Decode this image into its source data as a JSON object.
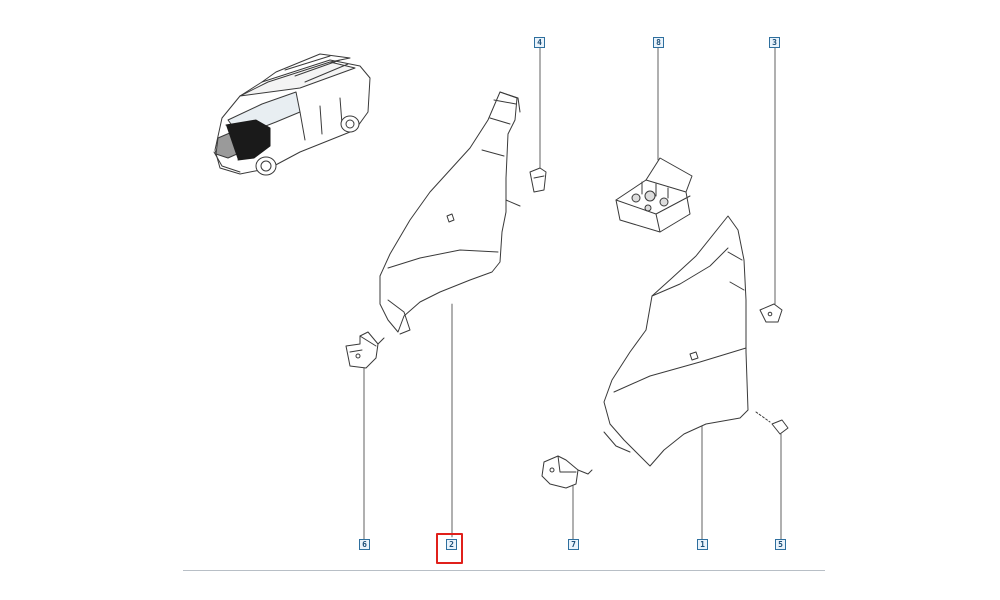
{
  "callouts": {
    "c1": "1",
    "c2": "2",
    "c3": "3",
    "c4": "4",
    "c5": "5",
    "c6": "6",
    "c7": "7",
    "c8": "8"
  },
  "selected_callout": "2",
  "colors": {
    "highlight": "#e0201b",
    "callout_border": "#2e6f9e",
    "line_art": "#3a3a3a"
  },
  "icons": [
    "van-thumbnail",
    "left-fender",
    "right-fender",
    "bracket",
    "clip",
    "fastener-kit-box"
  ]
}
